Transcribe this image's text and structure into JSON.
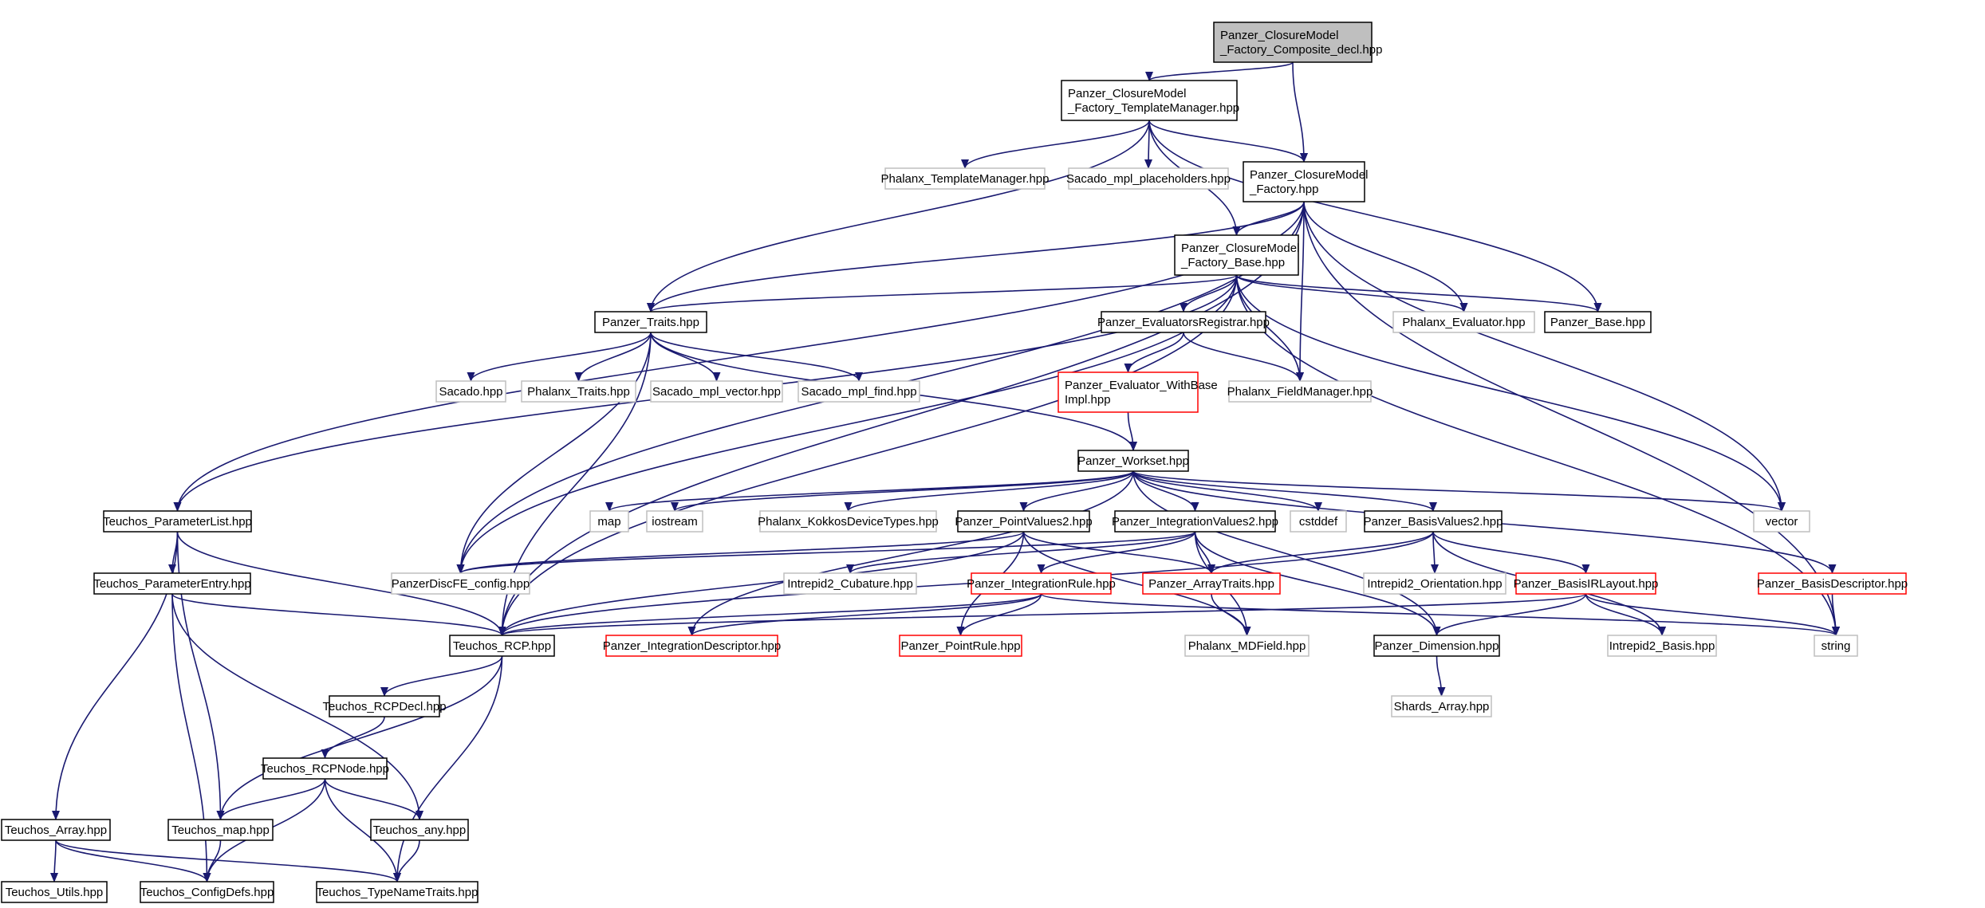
{
  "graph": {
    "colors": {
      "edge": "#191970",
      "node_border_black": "#000000",
      "node_border_gray": "#bfbfbf",
      "node_border_red": "#ff0000",
      "root_fill": "#bfbfbf",
      "text": "#000000"
    },
    "nodes": [
      {
        "id": "root",
        "lines": [
          "Panzer_ClosureModel",
          "_Factory_Composite_decl.hpp"
        ],
        "style": "root"
      },
      {
        "id": "tm",
        "lines": [
          "Panzer_ClosureModel",
          "_Factory_TemplateManager.hpp"
        ],
        "style": "black"
      },
      {
        "id": "fac",
        "lines": [
          "Panzer_ClosureModel",
          "_Factory.hpp"
        ],
        "style": "black"
      },
      {
        "id": "phx_tm",
        "lines": [
          "Phalanx_TemplateManager.hpp"
        ],
        "style": "gray"
      },
      {
        "id": "sac_ph",
        "lines": [
          "Sacado_mpl_placeholders.hpp"
        ],
        "style": "gray"
      },
      {
        "id": "base",
        "lines": [
          "Panzer_ClosureModel",
          "_Factory_Base.hpp"
        ],
        "style": "black"
      },
      {
        "id": "traits",
        "lines": [
          "Panzer_Traits.hpp"
        ],
        "style": "black"
      },
      {
        "id": "evreg",
        "lines": [
          "Panzer_EvaluatorsRegistrar.hpp"
        ],
        "style": "black"
      },
      {
        "id": "phx_ev",
        "lines": [
          "Phalanx_Evaluator.hpp"
        ],
        "style": "gray"
      },
      {
        "id": "pbase",
        "lines": [
          "Panzer_Base.hpp"
        ],
        "style": "black"
      },
      {
        "id": "sacado",
        "lines": [
          "Sacado.hpp"
        ],
        "style": "gray"
      },
      {
        "id": "phx_tr",
        "lines": [
          "Phalanx_Traits.hpp"
        ],
        "style": "gray"
      },
      {
        "id": "sac_vec",
        "lines": [
          "Sacado_mpl_vector.hpp"
        ],
        "style": "gray"
      },
      {
        "id": "sac_find",
        "lines": [
          "Sacado_mpl_find.hpp"
        ],
        "style": "gray"
      },
      {
        "id": "evwb",
        "lines": [
          "Panzer_Evaluator_WithBase",
          "Impl.hpp"
        ],
        "style": "red"
      },
      {
        "id": "phx_fm",
        "lines": [
          "Phalanx_FieldManager.hpp"
        ],
        "style": "gray"
      },
      {
        "id": "workset",
        "lines": [
          "Panzer_Workset.hpp"
        ],
        "style": "black"
      },
      {
        "id": "plist",
        "lines": [
          "Teuchos_ParameterList.hpp"
        ],
        "style": "black"
      },
      {
        "id": "map",
        "lines": [
          "map"
        ],
        "style": "gray"
      },
      {
        "id": "iostream",
        "lines": [
          "iostream"
        ],
        "style": "gray"
      },
      {
        "id": "kokkos",
        "lines": [
          "Phalanx_KokkosDeviceTypes.hpp"
        ],
        "style": "gray"
      },
      {
        "id": "pv2",
        "lines": [
          "Panzer_PointValues2.hpp"
        ],
        "style": "black"
      },
      {
        "id": "iv2",
        "lines": [
          "Panzer_IntegrationValues2.hpp"
        ],
        "style": "black"
      },
      {
        "id": "cstddef",
        "lines": [
          "cstddef"
        ],
        "style": "gray"
      },
      {
        "id": "bv2",
        "lines": [
          "Panzer_BasisValues2.hpp"
        ],
        "style": "black"
      },
      {
        "id": "vector",
        "lines": [
          "vector"
        ],
        "style": "gray"
      },
      {
        "id": "pentry",
        "lines": [
          "Teuchos_ParameterEntry.hpp"
        ],
        "style": "black"
      },
      {
        "id": "pdfe",
        "lines": [
          "PanzerDiscFE_config.hpp"
        ],
        "style": "gray"
      },
      {
        "id": "cub",
        "lines": [
          "Intrepid2_Cubature.hpp"
        ],
        "style": "gray"
      },
      {
        "id": "irule",
        "lines": [
          "Panzer_IntegrationRule.hpp"
        ],
        "style": "red"
      },
      {
        "id": "atraits",
        "lines": [
          "Panzer_ArrayTraits.hpp"
        ],
        "style": "red"
      },
      {
        "id": "orient",
        "lines": [
          "Intrepid2_Orientation.hpp"
        ],
        "style": "gray"
      },
      {
        "id": "birl",
        "lines": [
          "Panzer_BasisIRLayout.hpp"
        ],
        "style": "red"
      },
      {
        "id": "bdesc",
        "lines": [
          "Panzer_BasisDescriptor.hpp"
        ],
        "style": "red"
      },
      {
        "id": "rcp",
        "lines": [
          "Teuchos_RCP.hpp"
        ],
        "style": "black"
      },
      {
        "id": "idesc",
        "lines": [
          "Panzer_IntegrationDescriptor.hpp"
        ],
        "style": "red"
      },
      {
        "id": "prule",
        "lines": [
          "Panzer_PointRule.hpp"
        ],
        "style": "red"
      },
      {
        "id": "mdfield",
        "lines": [
          "Phalanx_MDField.hpp"
        ],
        "style": "gray"
      },
      {
        "id": "dim",
        "lines": [
          "Panzer_Dimension.hpp"
        ],
        "style": "black"
      },
      {
        "id": "i2basis",
        "lines": [
          "Intrepid2_Basis.hpp"
        ],
        "style": "gray"
      },
      {
        "id": "string",
        "lines": [
          "string"
        ],
        "style": "gray"
      },
      {
        "id": "rcpdecl",
        "lines": [
          "Teuchos_RCPDecl.hpp"
        ],
        "style": "black"
      },
      {
        "id": "shards",
        "lines": [
          "Shards_Array.hpp"
        ],
        "style": "gray"
      },
      {
        "id": "rcpnode",
        "lines": [
          "Teuchos_RCPNode.hpp"
        ],
        "style": "black"
      },
      {
        "id": "tarray",
        "lines": [
          "Teuchos_Array.hpp"
        ],
        "style": "black"
      },
      {
        "id": "tmap",
        "lines": [
          "Teuchos_map.hpp"
        ],
        "style": "black"
      },
      {
        "id": "tany",
        "lines": [
          "Teuchos_any.hpp"
        ],
        "style": "black"
      },
      {
        "id": "tutils",
        "lines": [
          "Teuchos_Utils.hpp"
        ],
        "style": "black"
      },
      {
        "id": "tconfig",
        "lines": [
          "Teuchos_ConfigDefs.hpp"
        ],
        "style": "black"
      },
      {
        "id": "ttnt",
        "lines": [
          "Teuchos_TypeNameTraits.hpp"
        ],
        "style": "black"
      }
    ],
    "edges": [
      [
        "root",
        "tm"
      ],
      [
        "root",
        "fac"
      ],
      [
        "tm",
        "phx_tm"
      ],
      [
        "tm",
        "sac_ph"
      ],
      [
        "tm",
        "fac"
      ],
      [
        "tm",
        "base"
      ],
      [
        "tm",
        "traits"
      ],
      [
        "tm",
        "pbase"
      ],
      [
        "fac",
        "base"
      ],
      [
        "fac",
        "traits"
      ],
      [
        "fac",
        "phx_ev"
      ],
      [
        "fac",
        "phx_fm"
      ],
      [
        "fac",
        "vector"
      ],
      [
        "fac",
        "string"
      ],
      [
        "fac",
        "plist"
      ],
      [
        "fac",
        "rcp"
      ],
      [
        "fac",
        "pdfe"
      ],
      [
        "base",
        "traits"
      ],
      [
        "base",
        "evreg"
      ],
      [
        "base",
        "phx_ev"
      ],
      [
        "base",
        "pbase"
      ],
      [
        "base",
        "phx_fm"
      ],
      [
        "base",
        "plist"
      ],
      [
        "base",
        "rcp"
      ],
      [
        "base",
        "pdfe"
      ],
      [
        "base",
        "vector"
      ],
      [
        "base",
        "string"
      ],
      [
        "traits",
        "sacado"
      ],
      [
        "traits",
        "phx_tr"
      ],
      [
        "traits",
        "sac_vec"
      ],
      [
        "traits",
        "sac_find"
      ],
      [
        "traits",
        "workset"
      ],
      [
        "traits",
        "pdfe"
      ],
      [
        "traits",
        "rcp"
      ],
      [
        "evreg",
        "evwb"
      ],
      [
        "evreg",
        "phx_fm"
      ],
      [
        "evwb",
        "workset"
      ],
      [
        "workset",
        "map"
      ],
      [
        "workset",
        "iostream"
      ],
      [
        "workset",
        "kokkos"
      ],
      [
        "workset",
        "pv2"
      ],
      [
        "workset",
        "iv2"
      ],
      [
        "workset",
        "cstddef"
      ],
      [
        "workset",
        "bv2"
      ],
      [
        "workset",
        "vector"
      ],
      [
        "workset",
        "bdesc"
      ],
      [
        "workset",
        "idesc"
      ],
      [
        "workset",
        "dim"
      ],
      [
        "plist",
        "pentry"
      ],
      [
        "plist",
        "rcp"
      ],
      [
        "plist",
        "tarray"
      ],
      [
        "plist",
        "tmap"
      ],
      [
        "pentry",
        "rcp"
      ],
      [
        "pentry",
        "tany"
      ],
      [
        "pentry",
        "tconfig"
      ],
      [
        "pv2",
        "pdfe"
      ],
      [
        "pv2",
        "rcp"
      ],
      [
        "pv2",
        "atraits"
      ],
      [
        "pv2",
        "prule"
      ],
      [
        "pv2",
        "mdfield"
      ],
      [
        "iv2",
        "cub"
      ],
      [
        "iv2",
        "irule"
      ],
      [
        "iv2",
        "atraits"
      ],
      [
        "iv2",
        "mdfield"
      ],
      [
        "iv2",
        "dim"
      ],
      [
        "iv2",
        "pdfe"
      ],
      [
        "bv2",
        "orient"
      ],
      [
        "bv2",
        "birl"
      ],
      [
        "bv2",
        "atraits"
      ],
      [
        "bv2",
        "i2basis"
      ],
      [
        "bv2",
        "rcp"
      ],
      [
        "irule",
        "rcp"
      ],
      [
        "irule",
        "idesc"
      ],
      [
        "irule",
        "prule"
      ],
      [
        "irule",
        "string"
      ],
      [
        "atraits",
        "mdfield"
      ],
      [
        "birl",
        "dim"
      ],
      [
        "birl",
        "i2basis"
      ],
      [
        "birl",
        "string"
      ],
      [
        "birl",
        "rcp"
      ],
      [
        "bdesc",
        "string"
      ],
      [
        "dim",
        "shards"
      ],
      [
        "rcp",
        "rcpdecl"
      ],
      [
        "rcp",
        "tmap"
      ],
      [
        "rcp",
        "ttnt"
      ],
      [
        "rcpdecl",
        "rcpnode"
      ],
      [
        "rcpnode",
        "tmap"
      ],
      [
        "rcpnode",
        "tany"
      ],
      [
        "rcpnode",
        "tconfig"
      ],
      [
        "rcpnode",
        "ttnt"
      ],
      [
        "tarray",
        "tutils"
      ],
      [
        "tarray",
        "tconfig"
      ],
      [
        "tarray",
        "ttnt"
      ],
      [
        "tmap",
        "tconfig"
      ],
      [
        "tany",
        "ttnt"
      ]
    ]
  }
}
